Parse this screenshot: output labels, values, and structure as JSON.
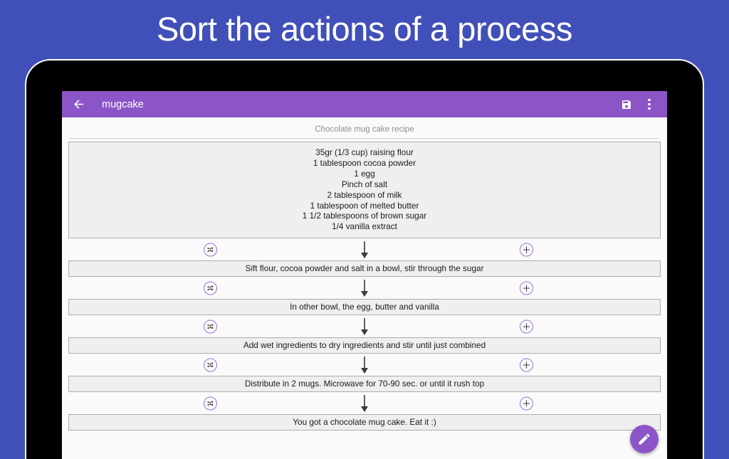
{
  "promo": {
    "headline": "Sort the actions of a process",
    "background_color": "#4150b8",
    "text_color": "#ffffff"
  },
  "theme": {
    "accent_purple": "#8b55c8",
    "icon_outline_purple": "#a06fd0",
    "screen_background": "#fafafa",
    "box_background": "#efefef",
    "box_border": "#adadad"
  },
  "appbar": {
    "back_icon": "arrow-left-icon",
    "title": "mugcake",
    "save_icon": "save-floppy-icon",
    "overflow_icon": "more-vertical-icon"
  },
  "recipe": {
    "title": "Chocolate mug cake recipe",
    "ingredients": [
      "35gr (1/3 cup) raising flour",
      "1 tablespoon cocoa powder",
      "1 egg",
      "Pinch of salt",
      "2 tablespoon of milk",
      "1 tablespoon of melted butter",
      "1 1/2 tablespoons of brown sugar",
      "1/4 vanilla extract"
    ],
    "steps": [
      "Sift flour, cocoa powder and salt in a bowl, stir through the sugar",
      "In other bowl, the egg, butter and vanilla",
      "Add wet ingredients to dry ingredients and stir until just combined",
      "Distribute in 2 mugs. Microwave for 70-90 sec. or until it rush top",
      "You got a chocolate mug cake. Eat it :)"
    ],
    "connector_icons": {
      "shuffle": "shuffle-circle-icon",
      "arrow": "arrow-down-icon",
      "add": "plus-circle-icon"
    }
  },
  "fab": {
    "icon": "pencil-edit-icon"
  }
}
